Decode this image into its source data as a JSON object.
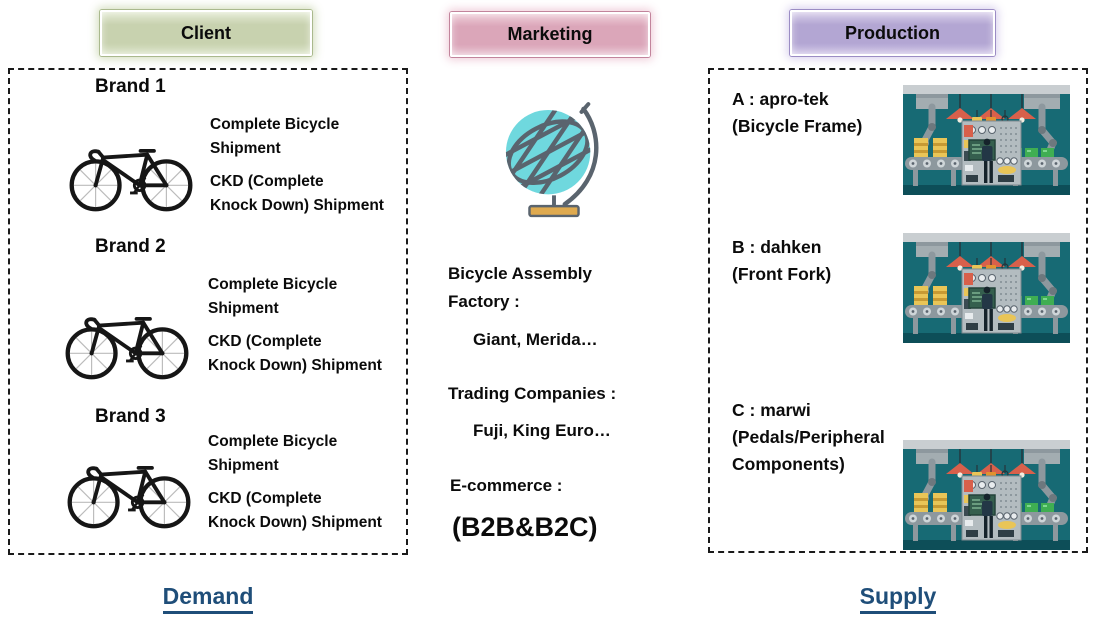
{
  "headers": {
    "client": "Client",
    "marketing": "Marketing",
    "production": "Production"
  },
  "demand": {
    "label": "Demand",
    "brands": [
      {
        "name": "Brand 1"
      },
      {
        "name": "Brand 2"
      },
      {
        "name": "Brand 3"
      }
    ],
    "shipment_lines": [
      "Complete Bicycle",
      "Shipment",
      "CKD (Complete",
      "Knock Down) Shipment"
    ],
    "bicycle_icon": "bicycle-icon"
  },
  "marketing": {
    "globe_icon": "desk-globe-icon",
    "sections": [
      {
        "heading": "Bicycle Assembly Factory :",
        "detail": "Giant, Merida…"
      },
      {
        "heading": "Trading Companies :",
        "detail": "Fuji, King Euro…"
      },
      {
        "heading": "E-commerce :",
        "detail": "(B2B&B2C)"
      }
    ]
  },
  "supply": {
    "label": "Supply",
    "factory_icon": "assembly-line-icon",
    "suppliers": [
      {
        "name": "A : apro-tek",
        "component": "(Bicycle Frame)"
      },
      {
        "name": "B : dahken",
        "component": "(Front Fork)"
      },
      {
        "name": "C : marwi",
        "component": "(Pedals/Peripheral Components)"
      }
    ]
  },
  "colors": {
    "client_bg": "#c8d2af",
    "client_edge": "#aab98d",
    "marketing_bg": "#dba6b9",
    "marketing_edge": "#c2849c",
    "production_bg": "#b3a6d3",
    "production_edge": "#9b8cc4",
    "label_blue": "#1f4e79",
    "dashed_border": "#1a1a1a",
    "globe_sphere": "#6fd8de",
    "globe_lines": "#5a646e",
    "globe_base": "#dfaa4f",
    "factory_teal": "#176a74",
    "lamp_red": "#d8604b",
    "drum_yellow": "#e9c557",
    "crate_green": "#3fae52"
  }
}
